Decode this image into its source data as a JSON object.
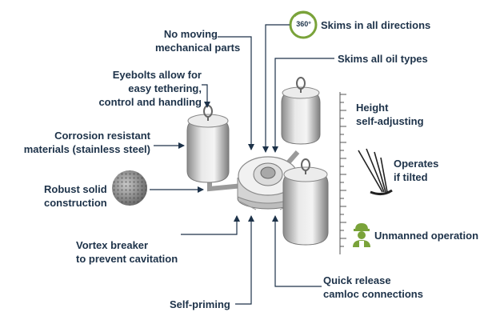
{
  "labels": {
    "no_moving": "No moving\nmechanical parts",
    "eyebolts": "Eyebolts allow for\neasy tethering,\ncontrol and handling",
    "corrosion": "Corrosion resistant\nmaterials (stainless steel)",
    "robust": "Robust solid\nconstruction",
    "vortex": "Vortex breaker\nto prevent cavitation",
    "self_priming": "Self-priming",
    "skims_dirs": "Skims in all directions",
    "skims_oil": "Skims all oil types",
    "height": "Height\nself-adjusting",
    "tilted": "Operates\nif tilted",
    "unmanned": "Unmanned operation",
    "quick_release": "Quick release\ncamloc connections"
  },
  "badge": {
    "text": "360°"
  },
  "colors": {
    "text": "#1d3249",
    "arrow": "#1d3249",
    "green": "#7aa33a",
    "float": "#dcdcdc",
    "float_shade": "#9a9a9a"
  },
  "icons": {
    "badge": "360-degree-icon",
    "tilt": "tilt-lines-icon",
    "worker": "worker-icon",
    "mesh": "mesh-sphere-icon"
  }
}
